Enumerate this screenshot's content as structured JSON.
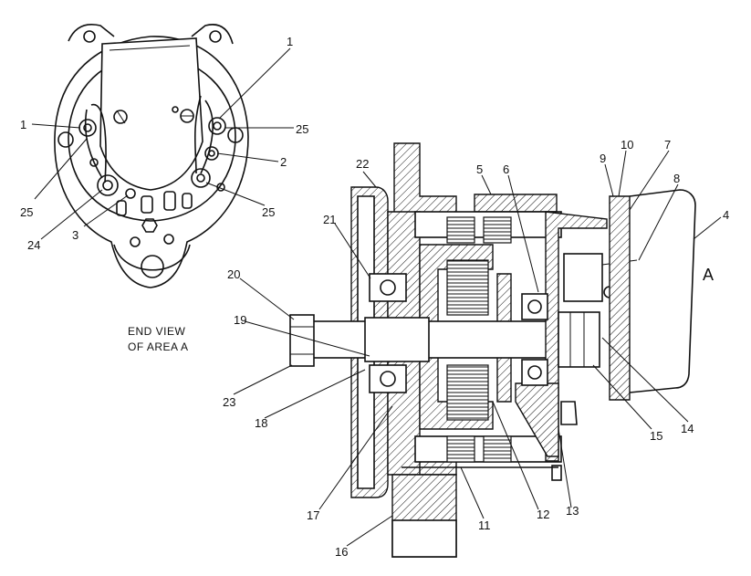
{
  "end_view_caption": {
    "line1": "END VIEW",
    "line2": "OF AREA A"
  },
  "area_label": "A",
  "callouts": [
    {
      "id": "end-1-left",
      "text": "1"
    },
    {
      "id": "end-1-right",
      "text": "1"
    },
    {
      "id": "end-25-right",
      "text": "25"
    },
    {
      "id": "end-2",
      "text": "2"
    },
    {
      "id": "end-25-left",
      "text": "25"
    },
    {
      "id": "end-24",
      "text": "24"
    },
    {
      "id": "end-3",
      "text": "3"
    },
    {
      "id": "end-25-bottom",
      "text": "25"
    },
    {
      "id": "sec-22",
      "text": "22"
    },
    {
      "id": "sec-5",
      "text": "5"
    },
    {
      "id": "sec-6",
      "text": "6"
    },
    {
      "id": "sec-9",
      "text": "9"
    },
    {
      "id": "sec-10",
      "text": "10"
    },
    {
      "id": "sec-7",
      "text": "7"
    },
    {
      "id": "sec-8",
      "text": "8"
    },
    {
      "id": "sec-4",
      "text": "4"
    },
    {
      "id": "sec-21",
      "text": "21"
    },
    {
      "id": "sec-20",
      "text": "20"
    },
    {
      "id": "sec-19",
      "text": "19"
    },
    {
      "id": "sec-23",
      "text": "23"
    },
    {
      "id": "sec-18",
      "text": "18"
    },
    {
      "id": "sec-17",
      "text": "17"
    },
    {
      "id": "sec-16",
      "text": "16"
    },
    {
      "id": "sec-11",
      "text": "11"
    },
    {
      "id": "sec-12",
      "text": "12"
    },
    {
      "id": "sec-13",
      "text": "13"
    },
    {
      "id": "sec-15",
      "text": "15"
    },
    {
      "id": "sec-14",
      "text": "14"
    }
  ]
}
